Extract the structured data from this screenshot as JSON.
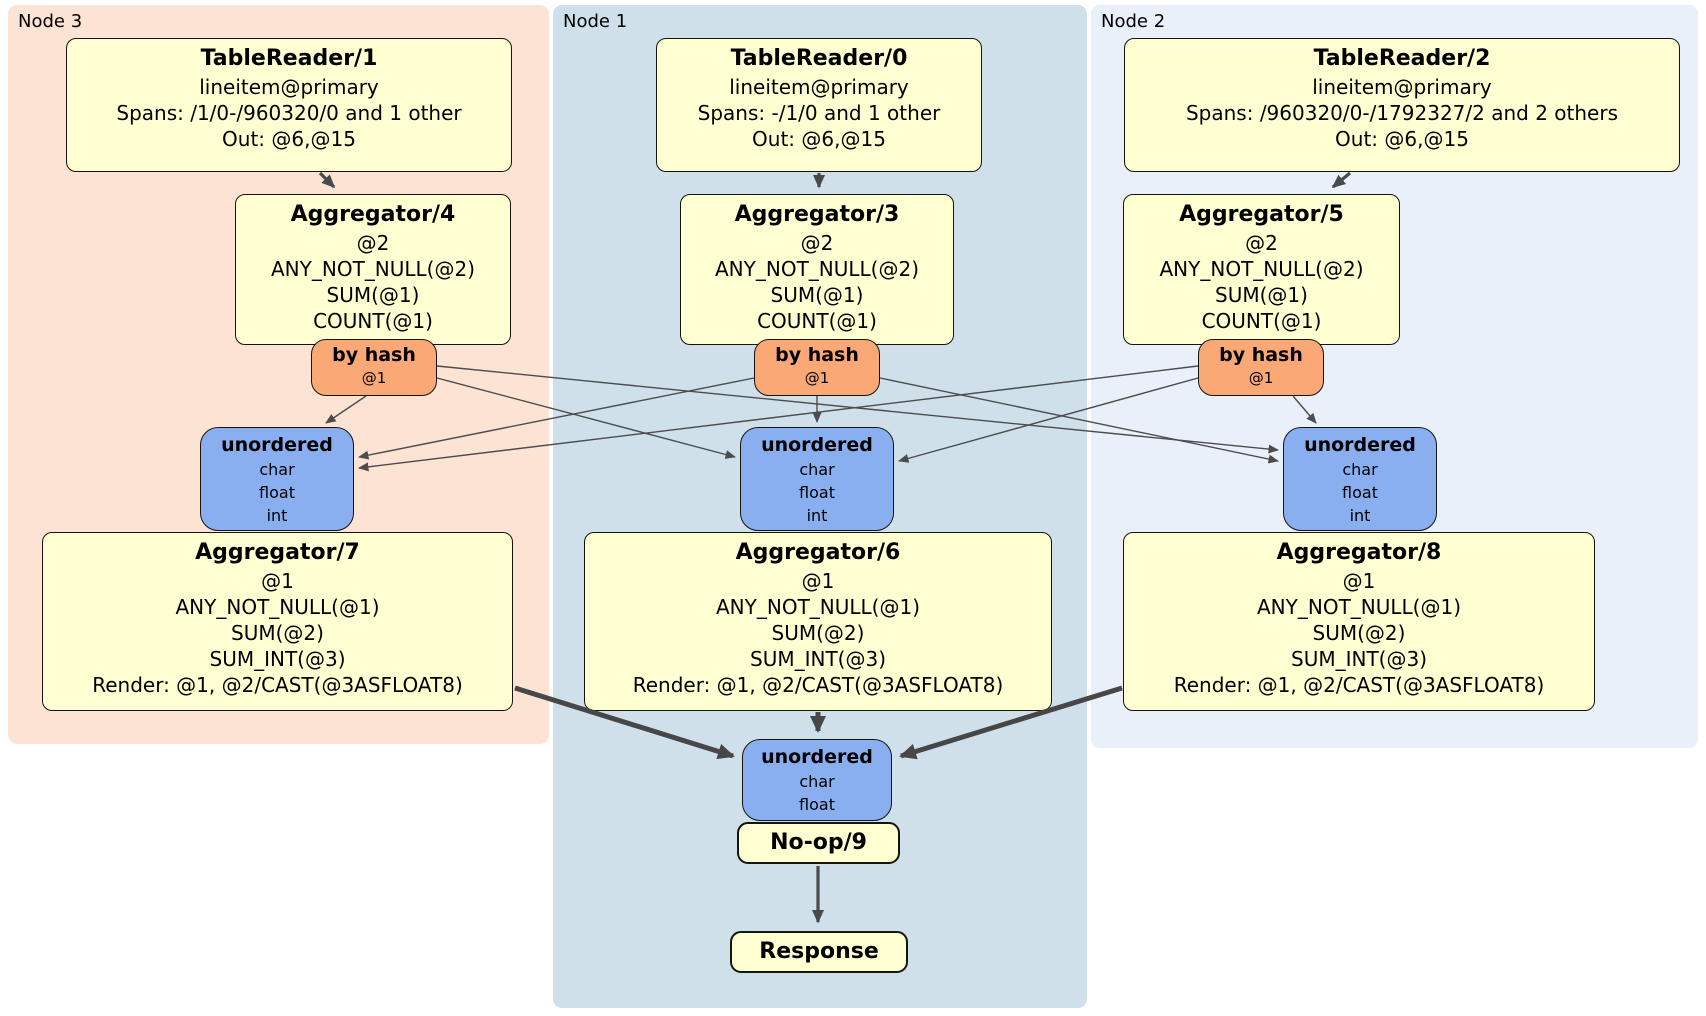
{
  "diagram": {
    "regions": [
      {
        "id": "node3",
        "label": "Node 3",
        "color": "#fce3d3"
      },
      {
        "id": "node1",
        "label": "Node 1",
        "color": "#cfe0ea"
      },
      {
        "id": "node2",
        "label": "Node 2",
        "color": "#e9f0fa"
      }
    ],
    "colors": {
      "processor_fill": "#ffffd2",
      "router_fill": "#fba877",
      "sync_fill": "#89aff0",
      "border": "#15150f",
      "edge": "#4a4a4a"
    },
    "processors": {
      "tr1": {
        "title": "TableReader/1",
        "lines": [
          "lineitem@primary",
          "Spans: /1/0-/960320/0 and 1 other",
          "Out: @6,@15"
        ]
      },
      "tr0": {
        "title": "TableReader/0",
        "lines": [
          "lineitem@primary",
          "Spans: -/1/0 and 1 other",
          "Out: @6,@15"
        ]
      },
      "tr2": {
        "title": "TableReader/2",
        "lines": [
          "lineitem@primary",
          "Spans: /960320/0-/1792327/2 and 2 others",
          "Out: @6,@15"
        ]
      },
      "agg4": {
        "title": "Aggregator/4",
        "lines": [
          "@2",
          "ANY_NOT_NULL(@2)",
          "SUM(@1)",
          "COUNT(@1)"
        ]
      },
      "agg3": {
        "title": "Aggregator/3",
        "lines": [
          "@2",
          "ANY_NOT_NULL(@2)",
          "SUM(@1)",
          "COUNT(@1)"
        ]
      },
      "agg5": {
        "title": "Aggregator/5",
        "lines": [
          "@2",
          "ANY_NOT_NULL(@2)",
          "SUM(@1)",
          "COUNT(@1)"
        ]
      },
      "agg7": {
        "title": "Aggregator/7",
        "lines": [
          "@1",
          "ANY_NOT_NULL(@1)",
          "SUM(@2)",
          "SUM_INT(@3)",
          "Render: @1, @2/CAST(@3ASFLOAT8)"
        ]
      },
      "agg6": {
        "title": "Aggregator/6",
        "lines": [
          "@1",
          "ANY_NOT_NULL(@1)",
          "SUM(@2)",
          "SUM_INT(@3)",
          "Render: @1, @2/CAST(@3ASFLOAT8)"
        ]
      },
      "agg8": {
        "title": "Aggregator/8",
        "lines": [
          "@1",
          "ANY_NOT_NULL(@1)",
          "SUM(@2)",
          "SUM_INT(@3)",
          "Render: @1, @2/CAST(@3ASFLOAT8)"
        ]
      },
      "noop": {
        "title": "No-op/9"
      },
      "response": {
        "title": "Response"
      }
    },
    "routers": {
      "bh3": {
        "title": "by hash",
        "lines": [
          "@1"
        ]
      },
      "bh1": {
        "title": "by hash",
        "lines": [
          "@1"
        ]
      },
      "bh2": {
        "title": "by hash",
        "lines": [
          "@1"
        ]
      }
    },
    "syncs": {
      "un3": {
        "title": "unordered",
        "lines": [
          "char",
          "float",
          "int"
        ]
      },
      "un1": {
        "title": "unordered",
        "lines": [
          "char",
          "float",
          "int"
        ]
      },
      "un2": {
        "title": "unordered",
        "lines": [
          "char",
          "float",
          "int"
        ]
      },
      "unf": {
        "title": "unordered",
        "lines": [
          "char",
          "float"
        ]
      }
    },
    "edges": [
      {
        "from": "TableReader/1",
        "to": "Aggregator/4",
        "type": "flow"
      },
      {
        "from": "TableReader/0",
        "to": "Aggregator/3",
        "type": "flow"
      },
      {
        "from": "TableReader/2",
        "to": "Aggregator/5",
        "type": "flow"
      },
      {
        "from": "by hash @1 (Node 3)",
        "to": "unordered (Node 3)",
        "type": "stream"
      },
      {
        "from": "by hash @1 (Node 3)",
        "to": "unordered (Node 1)",
        "type": "stream"
      },
      {
        "from": "by hash @1 (Node 3)",
        "to": "unordered (Node 2)",
        "type": "stream"
      },
      {
        "from": "by hash @1 (Node 1)",
        "to": "unordered (Node 3)",
        "type": "stream"
      },
      {
        "from": "by hash @1 (Node 1)",
        "to": "unordered (Node 1)",
        "type": "stream"
      },
      {
        "from": "by hash @1 (Node 1)",
        "to": "unordered (Node 2)",
        "type": "stream"
      },
      {
        "from": "by hash @1 (Node 2)",
        "to": "unordered (Node 3)",
        "type": "stream"
      },
      {
        "from": "by hash @1 (Node 2)",
        "to": "unordered (Node 1)",
        "type": "stream"
      },
      {
        "from": "by hash @1 (Node 2)",
        "to": "unordered (Node 2)",
        "type": "stream"
      },
      {
        "from": "Aggregator/7",
        "to": "unordered (final)",
        "type": "flow-thick"
      },
      {
        "from": "Aggregator/6",
        "to": "unordered (final)",
        "type": "flow-thick"
      },
      {
        "from": "Aggregator/8",
        "to": "unordered (final)",
        "type": "flow-thick"
      },
      {
        "from": "No-op/9",
        "to": "Response",
        "type": "flow"
      }
    ]
  }
}
